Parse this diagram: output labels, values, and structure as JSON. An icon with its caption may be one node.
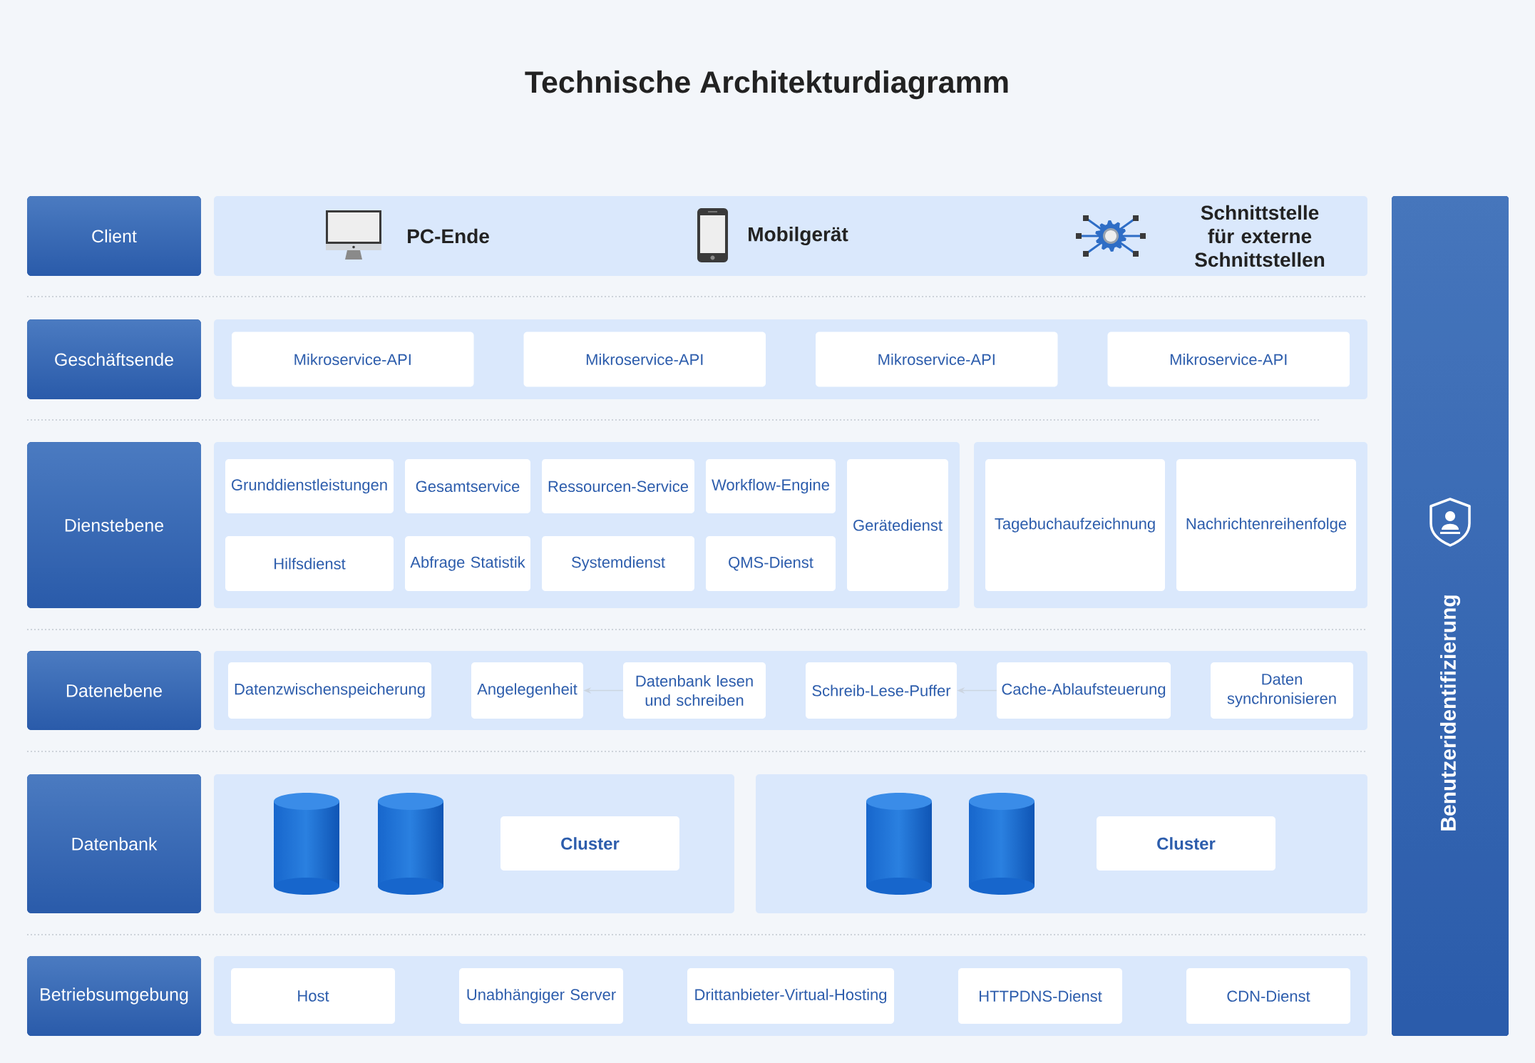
{
  "diagram": {
    "title": "Technische Architekturdiagramm",
    "nodes": [
      {
        "text": [
          "Client"
        ]
      },
      {
        "text": [
          "PC-Ende",
          "Mobilgerät",
          "Schnittstelle für externe Schnittstellen"
        ]
      },
      {
        "text": [
          "Benutzeridentifizierung"
        ]
      },
      {
        "text": [
          "Geschäftsende"
        ]
      },
      {
        "text": [],
        "shape": "box"
      },
      {
        "text": [
          "Mikroservice-API"
        ],
        "in": 4
      },
      {
        "text": [
          "Mikroservice-API"
        ],
        "in": 4
      },
      {
        "text": [
          "Mikroservice-API"
        ],
        "in": 4
      },
      {
        "text": [
          "Mikroservice-API"
        ],
        "in": 4
      },
      {
        "text": [
          "Dienstebene"
        ]
      },
      {
        "text": [],
        "shape": "box"
      },
      {
        "text": [
          "Grunddienstleistungen"
        ],
        "in": 10
      },
      {
        "text": [
          "Gesamtservice"
        ],
        "in": 10
      },
      {
        "text": [
          "Ressourcen-Service"
        ],
        "in": 10
      },
      {
        "text": [
          "Workflow-Engine"
        ],
        "in": 10
      },
      {
        "text": [
          "Gerätedienst"
        ],
        "in": 10
      },
      {
        "text": [
          "Hilfsdienst"
        ],
        "in": 10
      },
      {
        "text": [
          "Abfrage Statistik"
        ],
        "in": 10
      },
      {
        "text": [
          "Systemdienst"
        ],
        "in": 10
      },
      {
        "text": [
          "QMS-Dienst"
        ],
        "in": 10
      },
      {
        "text": [],
        "shape": "box"
      },
      {
        "text": [
          "Tagebuchaufzeichnung"
        ],
        "in": 20
      },
      {
        "text": [
          "Nachrichtenreihenfolge"
        ],
        "in": 20
      },
      {
        "text": [
          "Datenebene"
        ]
      },
      {
        "text": [],
        "shape": "box"
      },
      {
        "text": [
          "Datenzwischenspeicherung"
        ],
        "in": 24
      },
      {
        "text": [
          "Angelegenheit"
        ],
        "in": 24
      },
      {
        "text": [
          "Datenbank lesen und schreiben"
        ],
        "in": 24
      },
      {
        "text": [
          "Schreib-Lese-Puffer"
        ],
        "in": 24
      },
      {
        "text": [
          "Cache-Ablaufsteuerung"
        ],
        "in": 24
      },
      {
        "text": [
          "Daten synchronisieren"
        ],
        "in": 24
      },
      {
        "text": [
          "Datenbank"
        ]
      },
      {
        "text": [],
        "shape": "box"
      },
      {
        "text": [],
        "shape": "cylinder",
        "in": 32
      },
      {
        "text": [],
        "shape": "cylinder",
        "in": 32
      },
      {
        "text": [
          "Cluster"
        ],
        "in": 32
      },
      {
        "text": [],
        "shape": "box"
      },
      {
        "text": [],
        "shape": "cylinder",
        "in": 36
      },
      {
        "text": [],
        "shape": "cylinder",
        "in": 36
      },
      {
        "text": [
          "Cluster"
        ],
        "in": 36
      },
      {
        "text": [
          "Betriebsumgebung"
        ]
      },
      {
        "text": [],
        "shape": "box"
      },
      {
        "text": [
          "Host"
        ],
        "in": 41
      },
      {
        "text": [
          "Unabhängiger Server"
        ],
        "in": 41
      },
      {
        "text": [
          "Drittanbieter-Virtual-Hosting"
        ],
        "in": 41
      },
      {
        "text": [
          "HTTPDNS-Dienst"
        ],
        "in": 41
      },
      {
        "text": [
          "CDN-Dienst"
        ],
        "in": 41
      }
    ],
    "edges": [
      {
        "from": 27,
        "to": 26,
        "arrow": "to",
        "color": "#ccd5e0"
      },
      {
        "from": 29,
        "to": 28,
        "arrow": "to",
        "color": "#ccd5e0"
      }
    ]
  }
}
